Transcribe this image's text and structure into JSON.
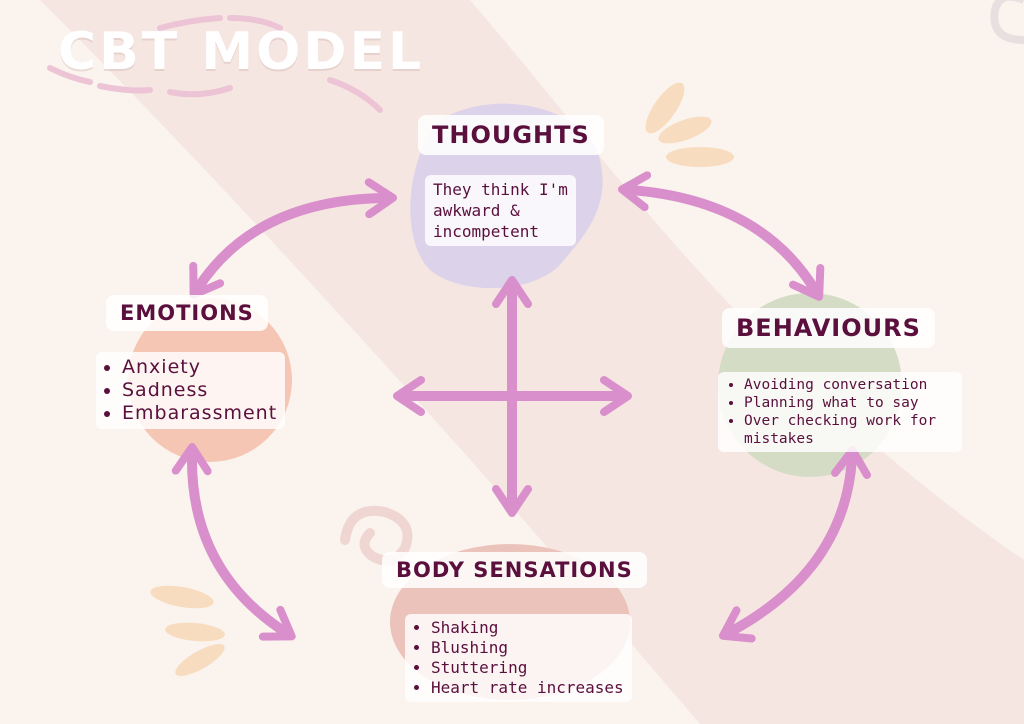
{
  "title": "CBT MODEL",
  "colors": {
    "background": "#fbf4ee",
    "band": "#f6e6e1",
    "arrow": "#d98fcb",
    "heading_text": "#5a0f3c",
    "thoughts_blob": "#dcd3ea",
    "emotions_blob": "#f6c6b4",
    "behaviours_blob": "#d5dcc6",
    "body_blob": "#ebc3bb",
    "petal": "#f8dcc0"
  },
  "nodes": {
    "thoughts": {
      "heading": "THOUGHTS",
      "text": [
        "They think I'm",
        "awkward &",
        "incompetent"
      ]
    },
    "emotions": {
      "heading": "EMOTIONS",
      "items": [
        "Anxiety",
        "Sadness",
        "Embarassment"
      ]
    },
    "behaviours": {
      "heading": "BEHAVIOURS",
      "items": [
        "Avoiding conversation",
        "Planning what to say",
        "Over checking work for mistakes"
      ]
    },
    "body": {
      "heading": "BODY SENSATIONS",
      "items": [
        "Shaking",
        "Blushing",
        "Stuttering",
        "Heart rate increases"
      ]
    }
  }
}
